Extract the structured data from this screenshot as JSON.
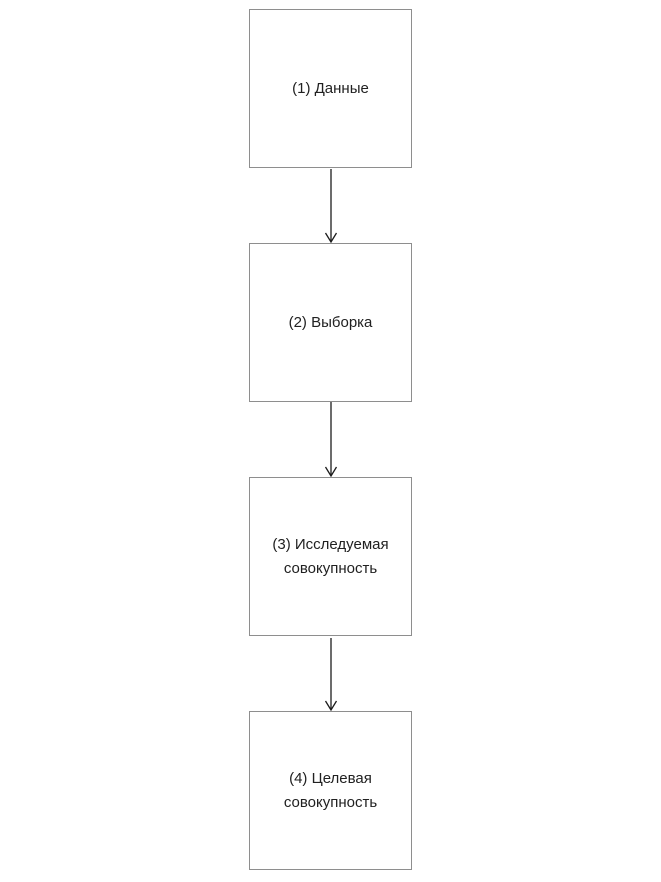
{
  "diagram": {
    "type": "flowchart",
    "direction": "top-to-bottom",
    "nodes": [
      {
        "id": "1",
        "label": "(1) Данные"
      },
      {
        "id": "2",
        "label": "(2) Выборка"
      },
      {
        "id": "3",
        "label": "(3) Исследуемая совокупность"
      },
      {
        "id": "4",
        "label": "(4) Целевая совокупность"
      }
    ],
    "edges": [
      {
        "from": "1",
        "to": "2"
      },
      {
        "from": "2",
        "to": "3"
      },
      {
        "from": "3",
        "to": "4"
      }
    ],
    "colors": {
      "background": "#ffffff",
      "node_fill": "#ffffff",
      "node_border": "#8e8e8e",
      "arrow": "#1c1c1c",
      "text": "#212121"
    }
  }
}
